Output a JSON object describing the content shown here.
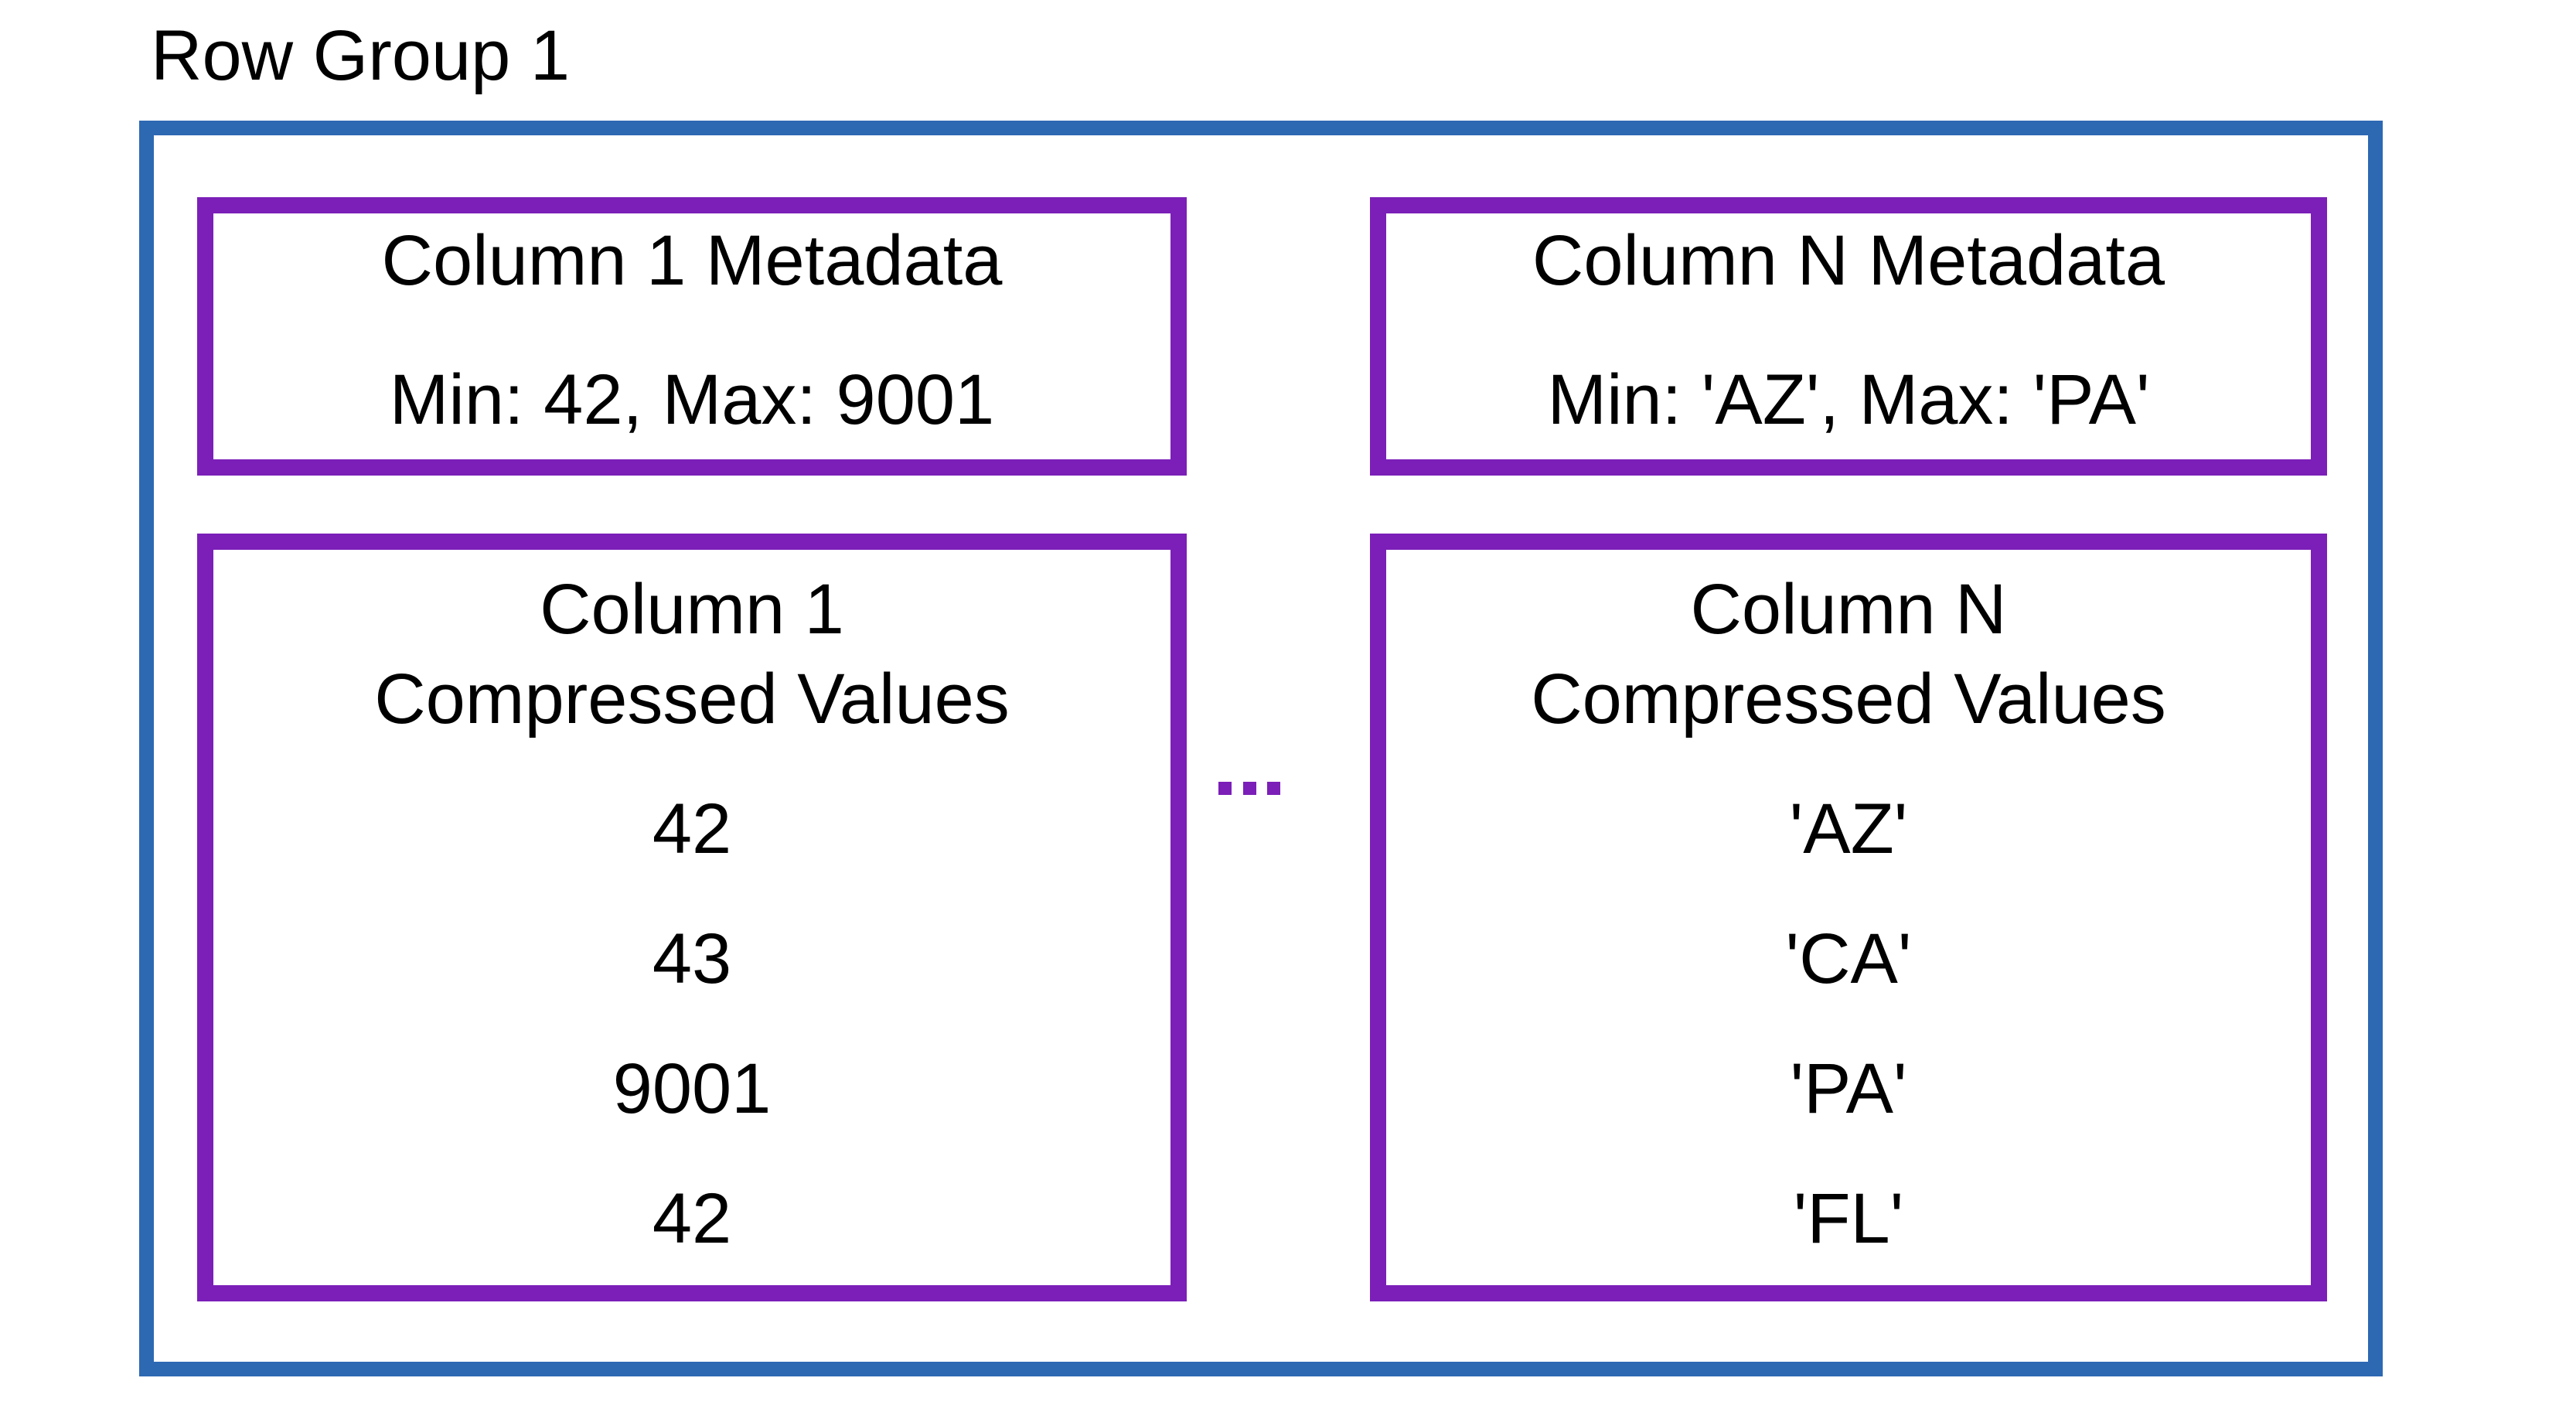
{
  "diagram": {
    "title": "Row Group 1",
    "ellipsis": "...",
    "colors": {
      "outer_border": "#2d68b3",
      "inner_border": "#7b1fb8",
      "text": "#000000",
      "background": "#ffffff"
    },
    "columns": [
      {
        "metadata_title": "Column 1 Metadata",
        "metadata_stats": "Min: 42, Max: 9001",
        "values_title_line1": "Column 1",
        "values_title_line2": "Compressed Values",
        "values": [
          "42",
          "43",
          "9001",
          "42"
        ]
      },
      {
        "metadata_title": "Column N Metadata",
        "metadata_stats": "Min: 'AZ', Max: 'PA'",
        "values_title_line1": "Column N",
        "values_title_line2": "Compressed Values",
        "values": [
          "'AZ'",
          "'CA'",
          "'PA'",
          "'FL'"
        ]
      }
    ]
  }
}
